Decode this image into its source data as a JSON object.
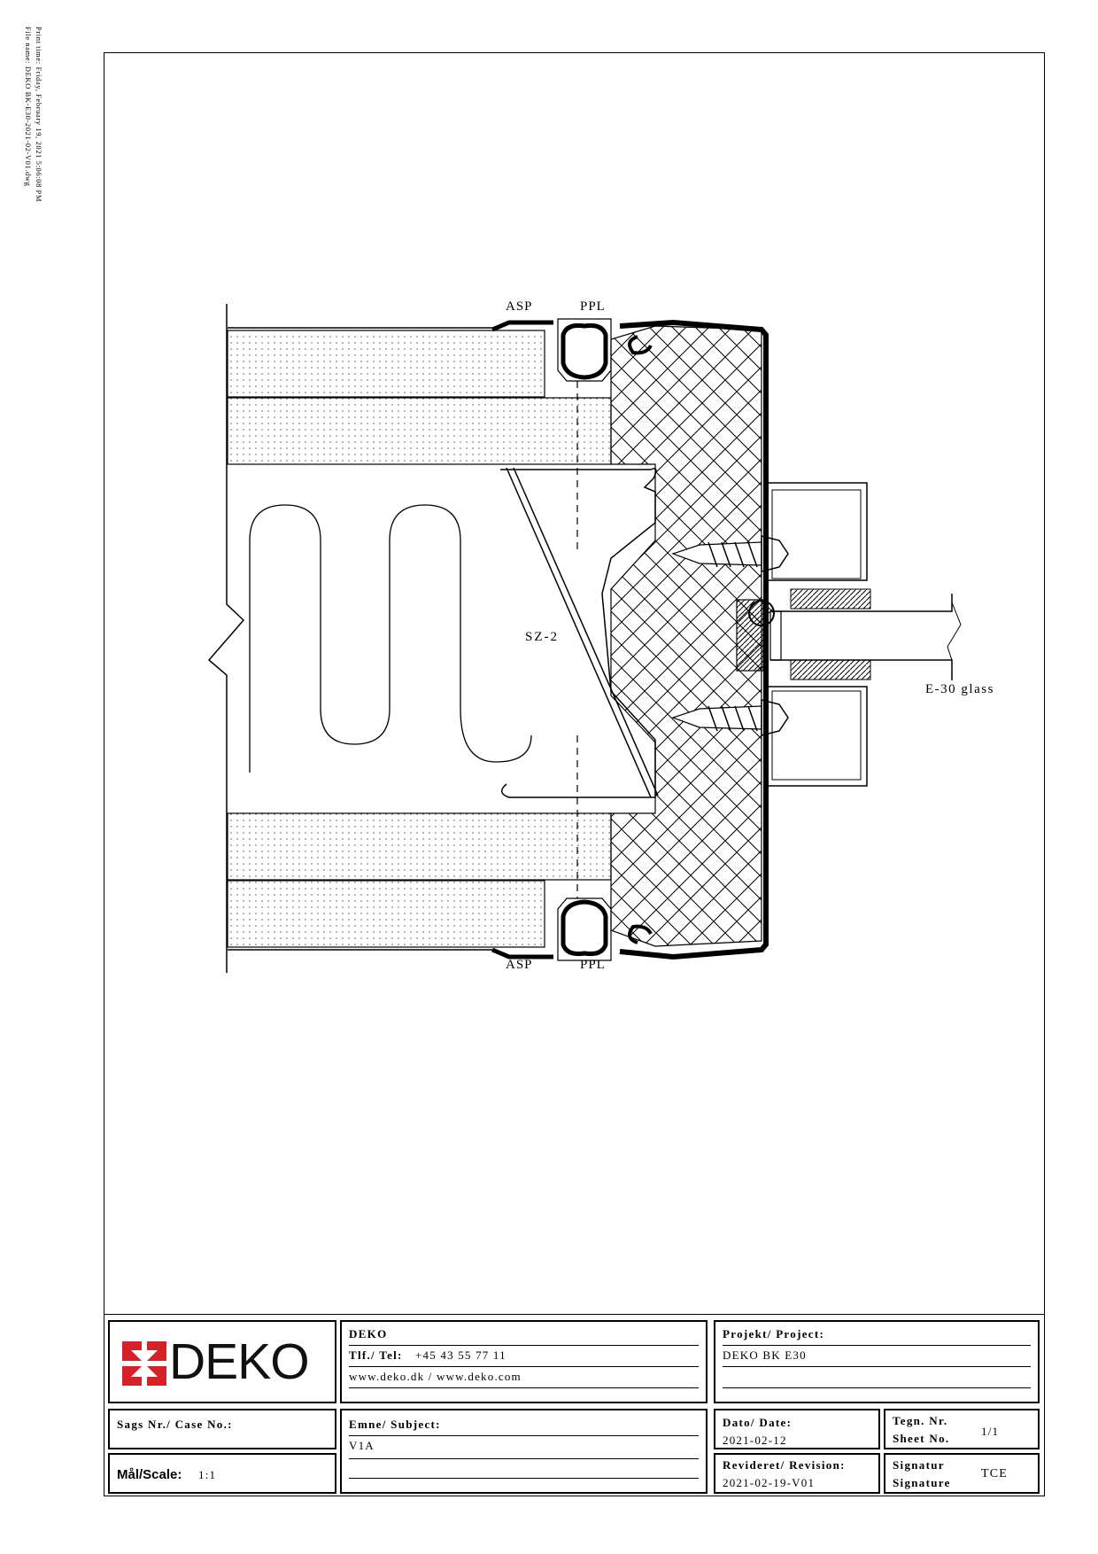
{
  "print_info": {
    "print_time": "Print time: Friday, February 19, 2021 5:06:08 PM",
    "file_name": "File name: DEKO BK-E30-2021-02-V01.dwg"
  },
  "drawing_labels": {
    "asp_top": "ASP",
    "ppl_top": "PPL",
    "asp_bottom": "ASP",
    "ppl_bottom": "PPL",
    "sz2": "SZ-2",
    "e30_glass": "E-30 glass"
  },
  "title_block": {
    "logo_text": "DEKO",
    "company": "DEKO",
    "tel_label": "Tlf./ Tel:",
    "tel_value": "+45 43 55 77 11",
    "website": "www.deko.dk / www.deko.com",
    "project_label": "Projekt/ Project:",
    "project_value": "DEKO BK E30",
    "case_label": "Sags Nr./ Case No.:",
    "subject_label": "Emne/ Subject:",
    "subject_value": "V1A",
    "date_label": "Dato/ Date:",
    "date_value": "2021-02-12",
    "drawing_no_label_1": "Tegn. Nr.",
    "drawing_no_label_2": "Sheet No.",
    "drawing_no_value": "1/1",
    "scale_label": "Mål/Scale:",
    "scale_value": "1:1",
    "revision_label": "Revideret/ Revision:",
    "revision_value": "2021-02-19-V01",
    "signature_label_1": "Signatur",
    "signature_label_2": "Signature",
    "signature_value": "TCE"
  },
  "colors": {
    "logo_red": "#d62027",
    "ink": "#000000"
  }
}
